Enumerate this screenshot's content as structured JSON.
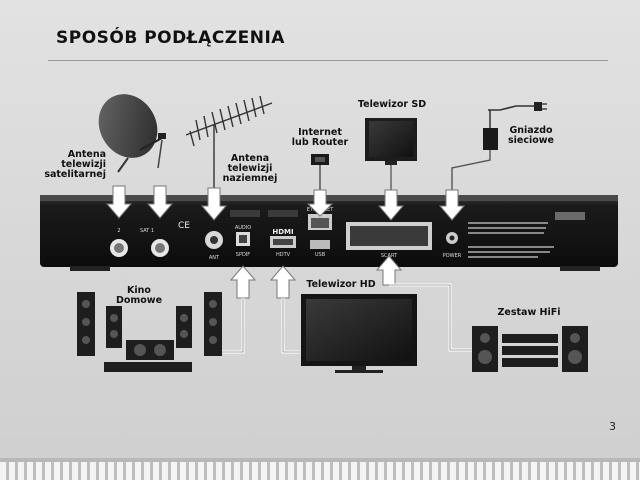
{
  "title": "SPOSÓB PODŁĄCZENIA",
  "page_number": "3",
  "labels": {
    "satellite_antenna": [
      "Antena",
      "telewizji",
      "satelitarnej"
    ],
    "terrestrial_antenna": [
      "Antena",
      "telewizji",
      "naziemnej"
    ],
    "internet": [
      "Internet",
      "lub Router"
    ],
    "tv_sd": "Telewizor SD",
    "power_socket": [
      "Gniazdo",
      "sieciowe"
    ],
    "home_cinema": "Kino Domowe",
    "tv_hd": "Telewizor HD",
    "hifi": "Zestaw HiFi"
  },
  "ports": {
    "sat2": "2",
    "sat1": "SAT 1",
    "ant": "ANT",
    "audio": "AUDIO",
    "spdif": "SPDIF",
    "hdmi_logo": "HDMI",
    "hdtv": "HDTV",
    "ethernet": "ETHERNET",
    "usb": "USB",
    "scart": "SCART",
    "power": "POWER",
    "ce": "CE"
  }
}
